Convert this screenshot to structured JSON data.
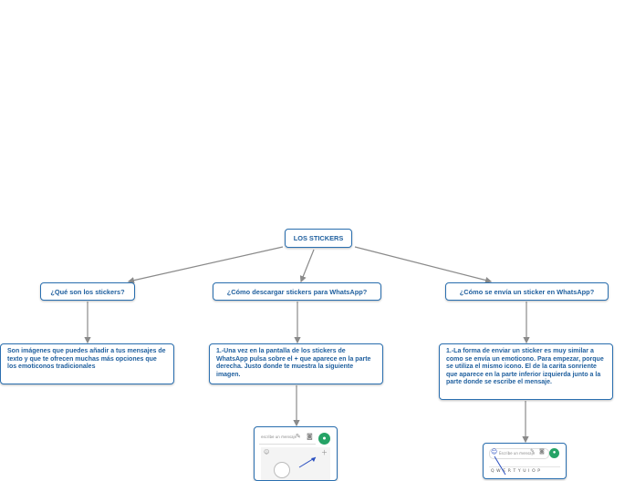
{
  "nodes": {
    "root": "LOS STICKERS",
    "q1": "¿Qué son los stickers?",
    "q2": "¿Cómo descargar stickers para WhatsApp?",
    "q3": "¿Cómo se envía un sticker en WhatsApp?",
    "a1": "Son imágenes que puedes añadir a tus mensajes de texto y que te ofrecen muchas más opciones que los emoticonos tradicionales",
    "a2": "1.-Una vez en la pantalla de los stickers de WhatsApp pulsa sobre el + que aparece en la parte derecha. Justo donde te muestra la siguiente imagen.",
    "a3": "1.-La forma de enviar un sticker es muy similar a como se envía un emoticono. Para empezar, porque se utiliza el mismo icono. El de la carita sonriente que aparece en la parte inferior izquierda junto a la parte donde se escribe el mensaje."
  },
  "images": {
    "img1": {
      "placeholder": "escribe un mensaje",
      "icons": [
        "clip-icon",
        "camera-icon",
        "mic-icon",
        "sticker-icon"
      ]
    },
    "img2": {
      "placeholder": "Escribe un mensaje",
      "keys": "Q W E R T Y U I O P",
      "icons": [
        "emoji-icon",
        "clip-icon",
        "camera-icon",
        "mic-icon"
      ]
    }
  },
  "colors": {
    "border": "#2a6fb0",
    "text": "#1f5f9e",
    "edge": "#8a8a8a",
    "accent": "#25a366"
  }
}
